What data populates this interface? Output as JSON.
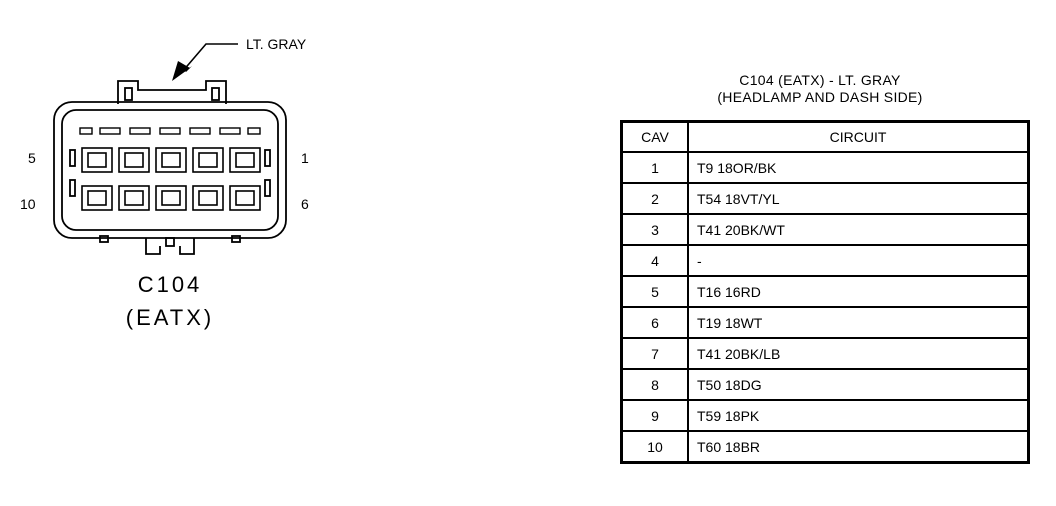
{
  "connector": {
    "color_callout": "LT. GRAY",
    "name": "C104",
    "subname": "(EATX)",
    "pin_labels": {
      "top_left": "5",
      "top_right": "1",
      "bottom_left": "10",
      "bottom_right": "6"
    }
  },
  "table": {
    "title_line1": "C104 (EATX) - LT. GRAY",
    "title_line2": "(HEADLAMP AND DASH SIDE)",
    "headers": {
      "cav": "CAV",
      "circuit": "CIRCUIT"
    },
    "rows": [
      {
        "cav": "1",
        "circuit": "T9 18OR/BK"
      },
      {
        "cav": "2",
        "circuit": "T54 18VT/YL"
      },
      {
        "cav": "3",
        "circuit": "T41 20BK/WT"
      },
      {
        "cav": "4",
        "circuit": "-"
      },
      {
        "cav": "5",
        "circuit": "T16 16RD"
      },
      {
        "cav": "6",
        "circuit": "T19 18WT"
      },
      {
        "cav": "7",
        "circuit": "T41 20BK/LB"
      },
      {
        "cav": "8",
        "circuit": "T50 18DG"
      },
      {
        "cav": "9",
        "circuit": "T59 18PK"
      },
      {
        "cav": "10",
        "circuit": "T60 18BR"
      }
    ]
  }
}
